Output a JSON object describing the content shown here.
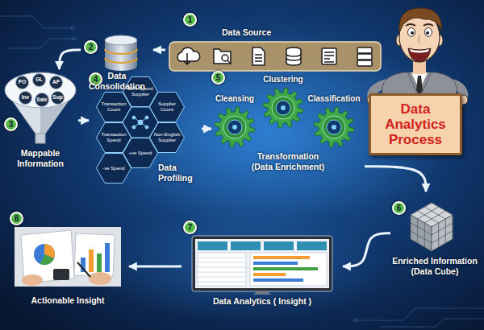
{
  "diagram": {
    "nodes": [
      {
        "text": [
          "Data Source"
        ]
      },
      {
        "text": [
          "1"
        ],
        "in": 0
      },
      {
        "text": [
          "Data Consolidation"
        ]
      },
      {
        "text": [
          "2"
        ],
        "in": 2
      },
      {
        "text": [
          "Mappable Information"
        ]
      },
      {
        "text": [
          "3"
        ],
        "in": 4
      },
      {
        "text": [
          "PO"
        ],
        "in": 4
      },
      {
        "text": [
          "GL"
        ],
        "in": 4
      },
      {
        "text": [
          "AP"
        ],
        "in": 4
      },
      {
        "text": [
          "Inv"
        ],
        "in": 4
      },
      {
        "text": [
          "Sale"
        ],
        "in": 4
      },
      {
        "text": [
          "Sup"
        ],
        "in": 4
      },
      {
        "text": [
          "Data Profiling"
        ]
      },
      {
        "text": [
          "4"
        ],
        "in": 12
      },
      {
        "text": [
          "80% Spend Supplier"
        ],
        "in": 12
      },
      {
        "text": [
          "Supplier Count"
        ],
        "in": 12
      },
      {
        "text": [
          "Transaction Count"
        ],
        "in": 12
      },
      {
        "text": [
          "Transaction Spend"
        ],
        "in": 12
      },
      {
        "text": [
          "Non-English Supplier"
        ],
        "in": 12
      },
      {
        "text": [
          "+ve Spend"
        ],
        "in": 12
      },
      {
        "text": [
          "-ve Spend"
        ],
        "in": 12
      },
      {
        "text": [
          "Transformation (Data Enrichment)"
        ]
      },
      {
        "text": [
          "5"
        ],
        "in": 21
      },
      {
        "text": [
          "Cleansing"
        ],
        "in": 21
      },
      {
        "text": [
          "Clustering"
        ],
        "in": 21
      },
      {
        "text": [
          "Classification"
        ],
        "in": 21
      },
      {
        "text": [
          "Data Analytics Process"
        ]
      },
      {
        "text": [
          "Enriched Information (Data Cube)"
        ]
      },
      {
        "text": [
          "6"
        ],
        "in": 27
      },
      {
        "text": [
          "Data Analytics ( Insight )"
        ]
      },
      {
        "text": [
          "7"
        ],
        "in": 29
      },
      {
        "text": [
          "Actionable Insight"
        ]
      },
      {
        "text": [
          "8"
        ],
        "in": 31
      }
    ],
    "edges": [
      {
        "from": 0,
        "to": 2,
        "arrow": "to"
      },
      {
        "from": 2,
        "to": 4,
        "arrow": "to"
      },
      {
        "from": 4,
        "to": 12,
        "arrow": "to"
      },
      {
        "from": 12,
        "to": 21,
        "arrow": "to"
      },
      {
        "from": 21,
        "to": 27,
        "arrow": "to"
      },
      {
        "from": 27,
        "to": 29,
        "arrow": "to"
      },
      {
        "from": 29,
        "to": 31,
        "arrow": "to"
      }
    ]
  }
}
